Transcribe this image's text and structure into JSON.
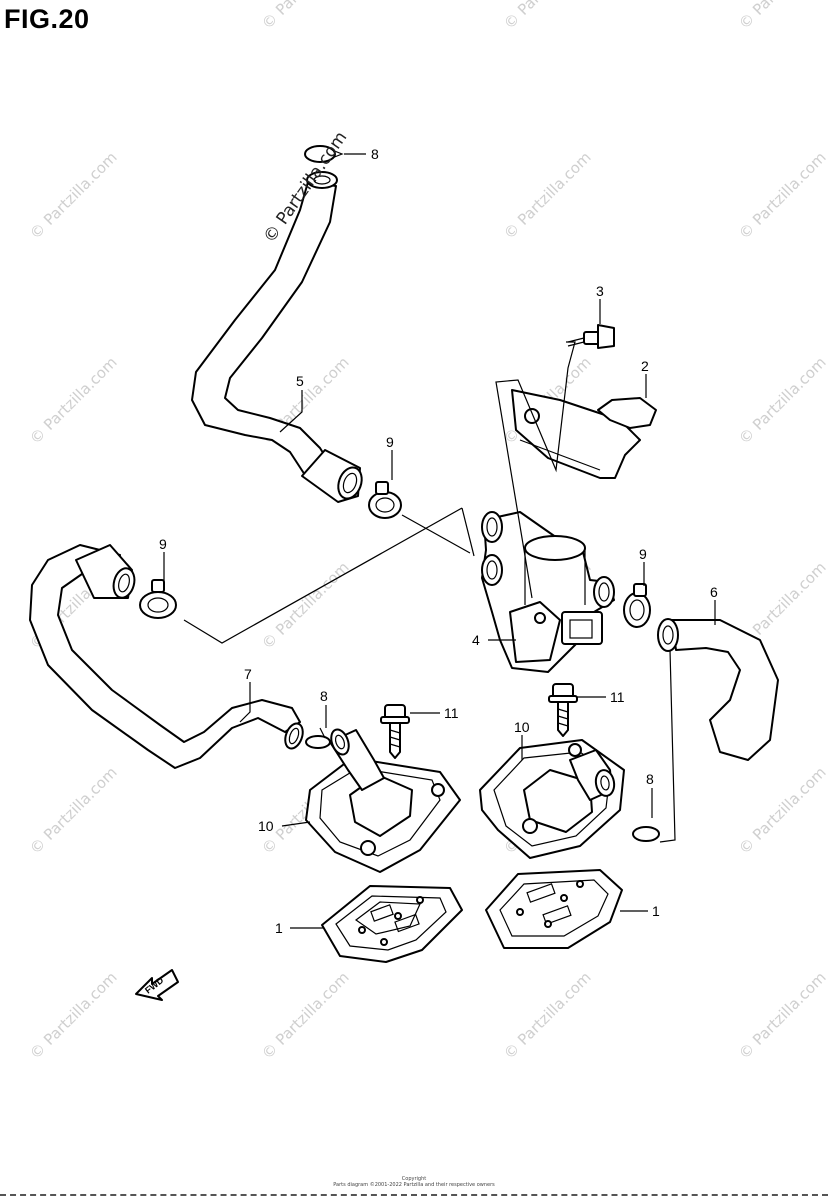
{
  "figure": {
    "title": "FIG.20"
  },
  "watermark": {
    "text": "© Partzilla.com",
    "main_text": "© Partzilla.com"
  },
  "callouts": {
    "c1_left": "1",
    "c1_right": "1",
    "c2": "2",
    "c3": "3",
    "c4": "4",
    "c5": "5",
    "c6": "6",
    "c7": "7",
    "c8_top": "8",
    "c8_mid": "8",
    "c8_right": "8",
    "c9_upper": "9",
    "c9_left": "9",
    "c9_right": "9",
    "c10_left": "10",
    "c10_right": "10",
    "c11_left": "11",
    "c11_right": "11"
  },
  "fwd_label": "FWD",
  "footer": {
    "line1": "Copyright",
    "line2": "Parts diagram ©2001-2022 Partzilla and their respective owners"
  }
}
